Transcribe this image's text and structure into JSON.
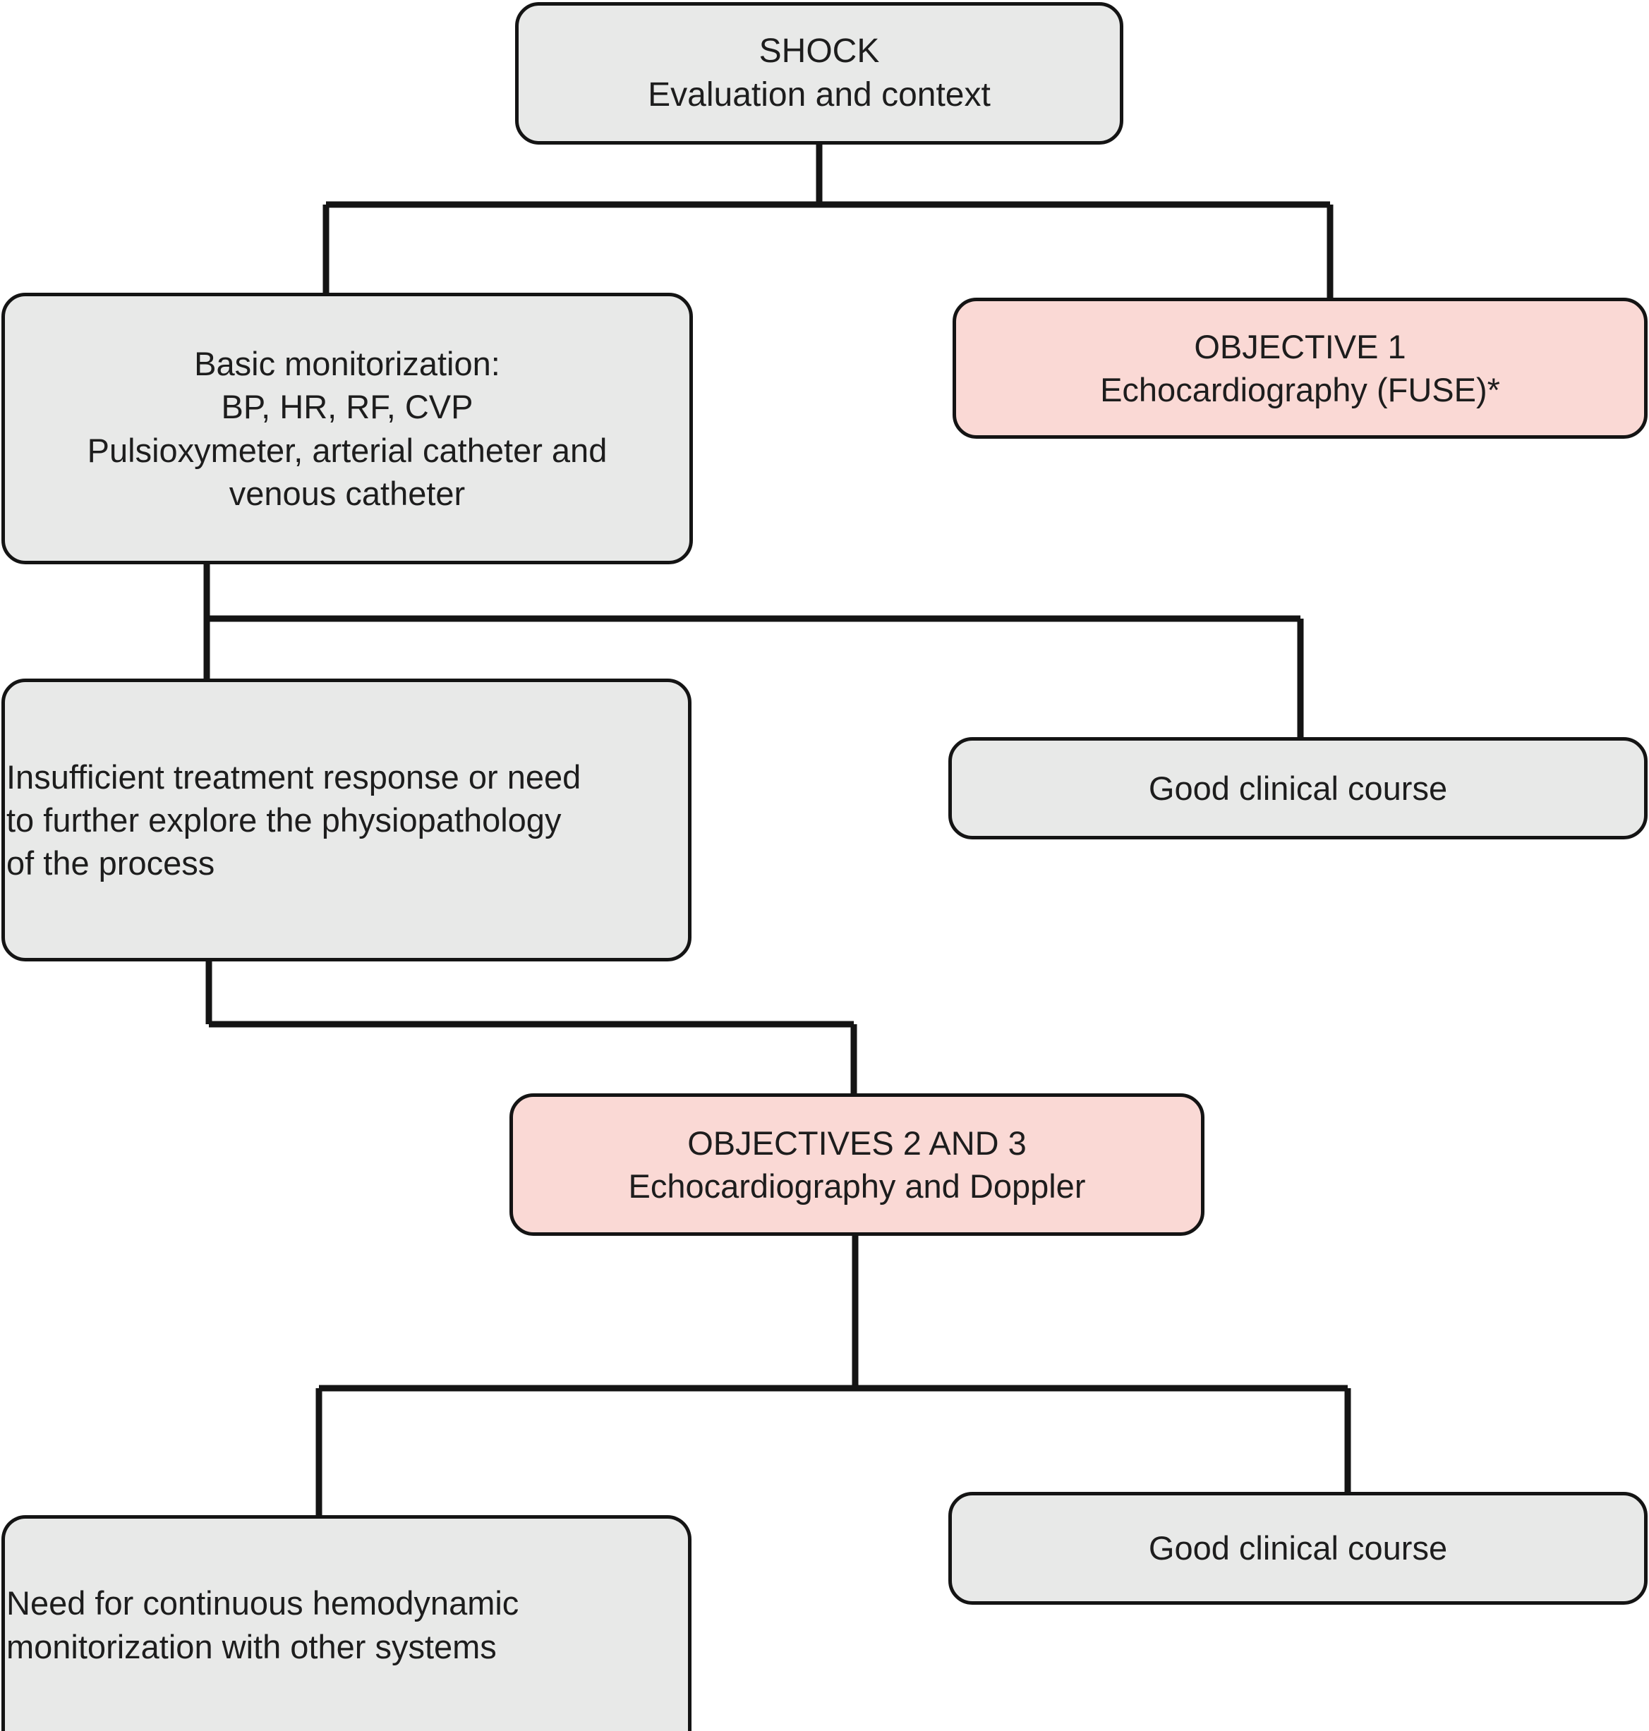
{
  "diagram": {
    "title": "Shock evaluation and echocardiography monitoring algorithm",
    "colors": {
      "box_fill_gray": "#e8e9e8",
      "box_fill_pink": "#fad9d5",
      "stroke": "#141414",
      "text": "#1d1d1d",
      "background": "#ffffff"
    },
    "nodes": [
      {
        "id": "shock",
        "label": "SHOCK\nEvaluation and context",
        "fill": "gray",
        "align": "center"
      },
      {
        "id": "basic-monitorization",
        "label": "Basic monitorization:\nBP, HR, RF, CVP\nPulsioxymeter, arterial catheter and\nvenous catheter",
        "fill": "gray",
        "align": "center"
      },
      {
        "id": "objective-1",
        "label": "OBJECTIVE 1\nEchocardiography (FUSE)*",
        "fill": "pink",
        "align": "center"
      },
      {
        "id": "insufficient-response",
        "label": "Insufficient treatment response or need\nto further explore the physiopathology\nof the process",
        "fill": "gray",
        "align": "left"
      },
      {
        "id": "good-clinical-course-upper",
        "label": "Good clinical course",
        "fill": "gray",
        "align": "center"
      },
      {
        "id": "objectives-2-and-3",
        "label": "OBJECTIVES 2 AND 3\nEchocardiography and Doppler",
        "fill": "pink",
        "align": "center"
      },
      {
        "id": "need-continuous-monitorization",
        "label": "Need for continuous hemodynamic\nmonitorization with other systems",
        "fill": "gray",
        "align": "left"
      },
      {
        "id": "good-clinical-course-lower",
        "label": "Good clinical course",
        "fill": "gray",
        "align": "center"
      }
    ]
  }
}
